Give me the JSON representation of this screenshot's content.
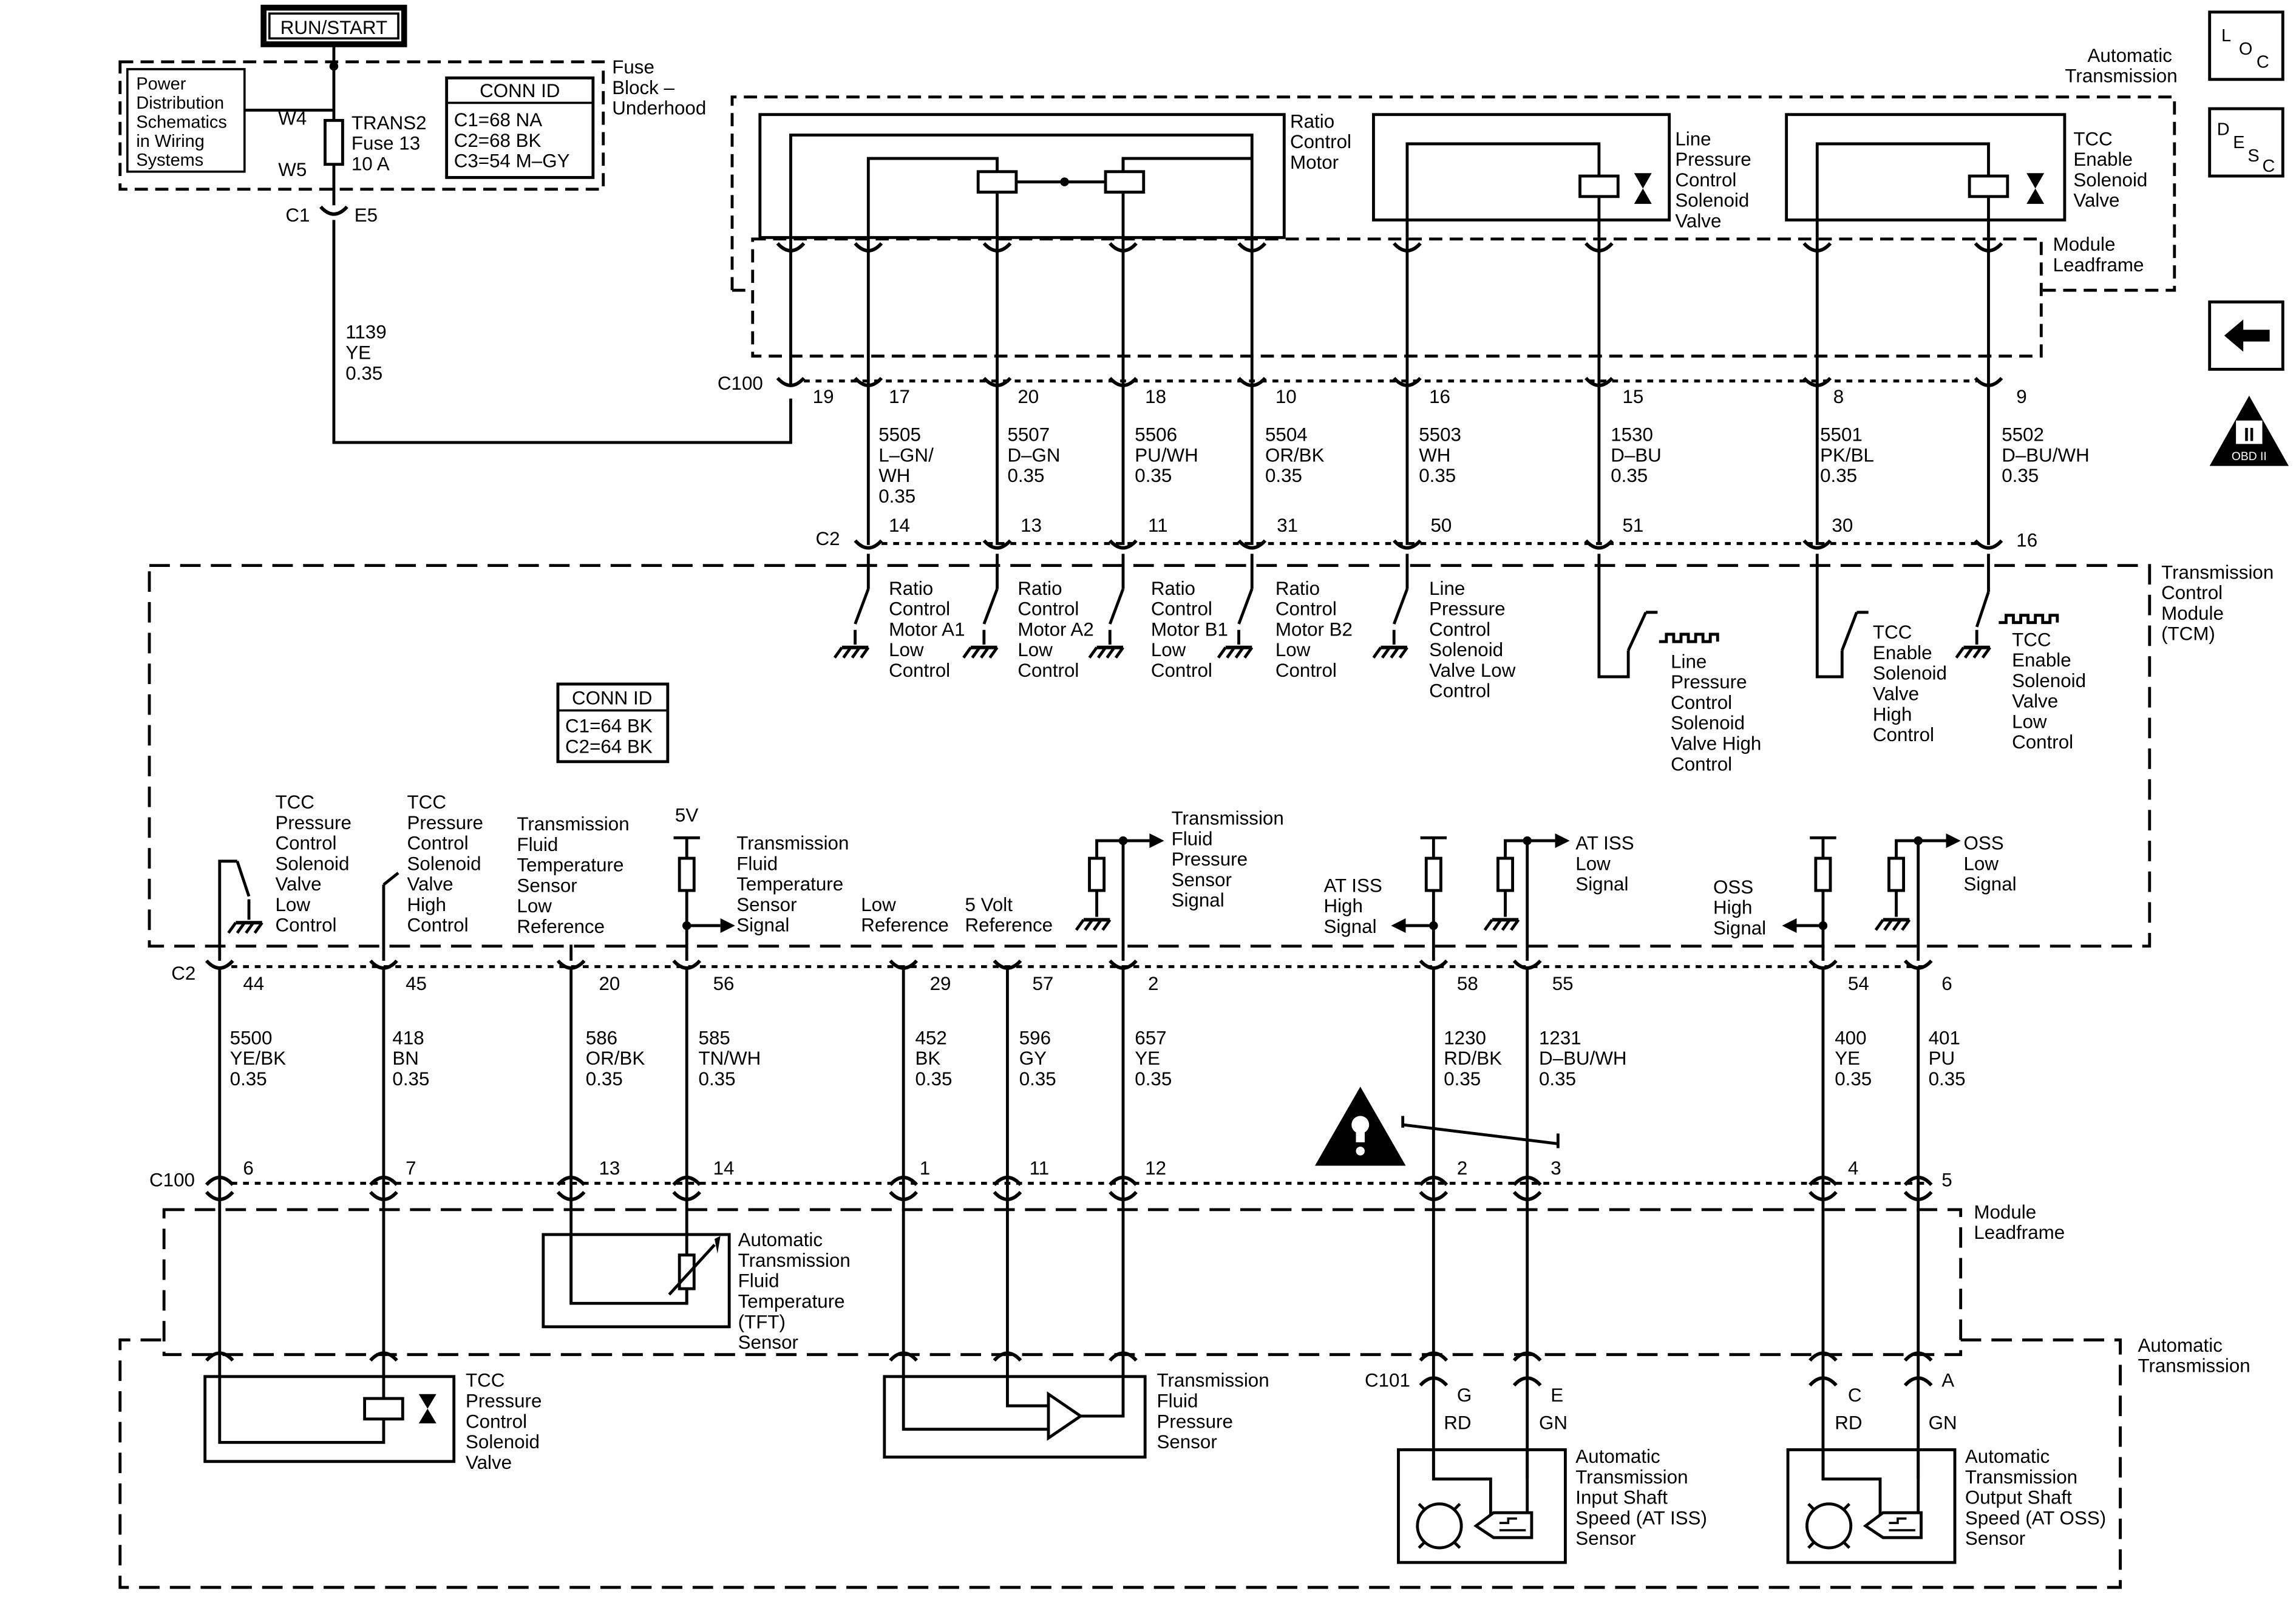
{
  "power": {
    "run_start": "RUN/START",
    "pds_lines": [
      "Power",
      "Distribution",
      "Schematics",
      "in Wiring",
      "Systems"
    ],
    "w4": "W4",
    "w5": "W5",
    "fuse_lines": [
      "TRANS2",
      "Fuse 13",
      "10 A"
    ],
    "fuse_block_lines": [
      "Fuse",
      "Block –",
      "Underhood"
    ],
    "conn_id_title": "CONN ID",
    "conn_id_lines": [
      "C1=68 NA",
      "C2=68 BK",
      "C3=54 M–GY"
    ],
    "c1": "C1",
    "e5": "E5",
    "wire_lines": [
      "1139",
      "YE",
      "0.35"
    ]
  },
  "top": {
    "automatic_transmission_lines": [
      "Automatic",
      "Transmission"
    ],
    "ratio_motor_lines": [
      "Ratio",
      "Control",
      "Motor"
    ],
    "line_pressure_lines": [
      "Line",
      "Pressure",
      "Control",
      "Solenoid",
      "Valve"
    ],
    "tcc_enable_lines": [
      "TCC",
      "Enable",
      "Solenoid",
      "Valve"
    ],
    "module_leadframe_lines": [
      "Module",
      "Leadframe"
    ],
    "c100": "C100",
    "c2": "C2",
    "pins": [
      {
        "c100": "19",
        "wire": [],
        "c2": ""
      },
      {
        "c100": "17",
        "wire": [
          "5505",
          "L–GN/",
          "WH",
          "0.35"
        ],
        "c2": "14"
      },
      {
        "c100": "20",
        "wire": [
          "5507",
          "D–GN",
          "0.35"
        ],
        "c2": "13"
      },
      {
        "c100": "18",
        "wire": [
          "5506",
          "PU/WH",
          "0.35"
        ],
        "c2": "11"
      },
      {
        "c100": "10",
        "wire": [
          "5504",
          "OR/BK",
          "0.35"
        ],
        "c2": "31"
      },
      {
        "c100": "16",
        "wire": [
          "5503",
          "WH",
          "0.35"
        ],
        "c2": "50"
      },
      {
        "c100": "15",
        "wire": [
          "1530",
          "D–BU",
          "0.35"
        ],
        "c2": "51"
      },
      {
        "c100": "8",
        "wire": [
          "5501",
          "PK/BL",
          "0.35"
        ],
        "c2": "30"
      },
      {
        "c100": "9",
        "wire": [
          "5502",
          "D–BU/WH",
          "0.35"
        ],
        "c2": "16"
      }
    ]
  },
  "tcm": {
    "title_lines": [
      "Transmission",
      "Control",
      "Module",
      "(TCM)"
    ],
    "conn_id_title": "CONN ID",
    "conn_id_lines": [
      "C1=64 BK",
      "C2=64 BK"
    ],
    "upper_labels": [
      [
        "Ratio",
        "Control",
        "Motor A1",
        "Low",
        "Control"
      ],
      [
        "Ratio",
        "Control",
        "Motor A2",
        "Low",
        "Control"
      ],
      [
        "Ratio",
        "Control",
        "Motor B1",
        "Low",
        "Control"
      ],
      [
        "Ratio",
        "Control",
        "Motor B2",
        "Low",
        "Control"
      ],
      [
        "Line",
        "Pressure",
        "Control",
        "Solenoid",
        "Valve Low",
        "Control"
      ],
      [
        "Line",
        "Pressure",
        "Control",
        "Solenoid",
        "Valve High",
        "Control"
      ],
      [
        "TCC",
        "Enable",
        "Solenoid",
        "Valve",
        "High",
        "Control"
      ],
      [
        "TCC",
        "Enable",
        "Solenoid",
        "Valve",
        "Low",
        "Control"
      ]
    ],
    "lower_labels": {
      "tcc_pc_low": [
        "TCC",
        "Pressure",
        "Control",
        "Solenoid",
        "Valve",
        "Low",
        "Control"
      ],
      "tcc_pc_high": [
        "TCC",
        "Pressure",
        "Control",
        "Solenoid",
        "Valve",
        "High",
        "Control"
      ],
      "tft_low_ref": [
        "Transmission",
        "Fluid",
        "Temperature",
        "Sensor",
        "Low",
        "Reference"
      ],
      "five_v": "5V",
      "tft_signal": [
        "Transmission",
        "Fluid",
        "Temperature",
        "Sensor",
        "Signal"
      ],
      "low_ref": [
        "Low",
        "Reference"
      ],
      "five_volt_ref": [
        "5 Volt",
        "Reference"
      ],
      "tfp_signal": [
        "Transmission",
        "Fluid",
        "Pressure",
        "Sensor",
        "Signal"
      ],
      "iss_high": [
        "AT ISS",
        "High",
        "Signal"
      ],
      "iss_low": [
        "AT ISS",
        "Low",
        "Signal"
      ],
      "oss_high": [
        "OSS",
        "High",
        "Signal"
      ],
      "oss_low": [
        "OSS",
        "Low",
        "Signal"
      ]
    }
  },
  "bottom": {
    "c2": "C2",
    "c100": "C100",
    "c101": "C101",
    "pins": [
      {
        "c2": "44",
        "wire": [
          "5500",
          "YE/BK",
          "0.35"
        ],
        "c100": "6"
      },
      {
        "c2": "45",
        "wire": [
          "418",
          "BN",
          "0.35"
        ],
        "c100": "7"
      },
      {
        "c2": "20",
        "wire": [
          "586",
          "OR/BK",
          "0.35"
        ],
        "c100": "13"
      },
      {
        "c2": "56",
        "wire": [
          "585",
          "TN/WH",
          "0.35"
        ],
        "c100": "14"
      },
      {
        "c2": "29",
        "wire": [
          "452",
          "BK",
          "0.35"
        ],
        "c100": "1"
      },
      {
        "c2": "57",
        "wire": [
          "596",
          "GY",
          "0.35"
        ],
        "c100": "11"
      },
      {
        "c2": "2",
        "wire": [
          "657",
          "YE",
          "0.35"
        ],
        "c100": "12"
      },
      {
        "c2": "58",
        "wire": [
          "1230",
          "RD/BK",
          "0.35"
        ],
        "c100": "2"
      },
      {
        "c2": "55",
        "wire": [
          "1231",
          "D–BU/WH",
          "0.35"
        ],
        "c100": "3"
      },
      {
        "c2": "54",
        "wire": [
          "400",
          "YE",
          "0.35"
        ],
        "c100": "4"
      },
      {
        "c2": "6",
        "wire": [
          "401",
          "PU",
          "0.35"
        ],
        "c100": "5"
      }
    ],
    "module_leadframe_lines": [
      "Module",
      "Leadframe"
    ],
    "automatic_transmission_lines": [
      "Automatic",
      "Transmission"
    ],
    "tft_sensor_lines": [
      "Automatic",
      "Transmission",
      "Fluid",
      "Temperature",
      "(TFT)",
      "Sensor"
    ],
    "tcc_pc_valve_lines": [
      "TCC",
      "Pressure",
      "Control",
      "Solenoid",
      "Valve"
    ],
    "tfp_sensor_lines": [
      "Transmission",
      "Fluid",
      "Pressure",
      "Sensor"
    ],
    "iss_sensor_lines": [
      "Automatic",
      "Transmission",
      "Input Shaft",
      "Speed (AT ISS)",
      "Sensor"
    ],
    "oss_sensor_lines": [
      "Automatic",
      "Transmission",
      "Output Shaft",
      "Speed (AT OSS)",
      "Sensor"
    ],
    "c101_pins": [
      {
        "pin": "G",
        "color": "RD"
      },
      {
        "pin": "E",
        "color": "GN"
      },
      {
        "pin": "C",
        "color": "RD"
      },
      {
        "pin": "A",
        "color": "GN"
      }
    ]
  },
  "side": {
    "loc": [
      "L",
      "O",
      "C"
    ],
    "desc": [
      "D",
      "E",
      "S",
      "C"
    ],
    "obd": "II",
    "obd_caption": "OBD II"
  },
  "icons": [
    "back-arrow-icon",
    "warning-icon",
    "obd-ii-icon",
    "ground-icon",
    "sensor-icon"
  ]
}
